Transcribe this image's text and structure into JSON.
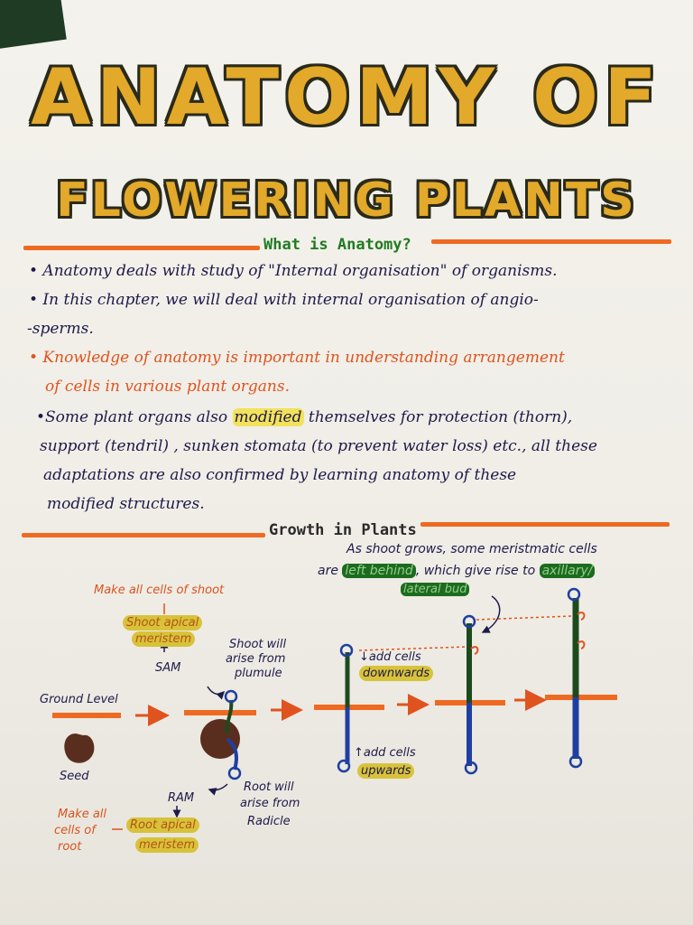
{
  "title": {
    "line1": "ANATOMY OF",
    "line2": "FLOWERING PLANTS"
  },
  "section1": {
    "heading": "What is Anatomy?",
    "lines": [
      "• Anatomy deals with study of \"Internal organisation\" of organisms.",
      "• In this chapter, we will deal with internal organisation of angio-",
      "-sperms.",
      "• Knowledge of anatomy is important in understanding arrangement",
      "of cells in various plant organs.",
      "themselves for protection (thorn),",
      "support (tendril) , sunken stomata (to prevent water loss) etc., all these",
      "adaptations are also confirmed by learning anatomy of these",
      "modified structures."
    ],
    "line6_prefix": "•Some plant organs also",
    "line6_highlight": "modified"
  },
  "section2": {
    "heading": "Growth in Plants"
  },
  "diagram": {
    "shoot_note": {
      "part1": "As shoot grows, some meristmatic cells",
      "part2": "are",
      "left_behind": "left behind",
      "part3": ", which give rise to",
      "axillary": "axillary/",
      "lateral_bud": "lateral bud"
    },
    "make_all_cells_shoot": "Make all cells of shoot",
    "shoot_apical": "Shoot apical",
    "meristem": "meristem",
    "sam": "SAM",
    "shoot_will": "Shoot will",
    "arise_from": "arise from",
    "plumule": "plumule",
    "ground_level": "Ground Level",
    "seed": "Seed",
    "ram": "RAM",
    "root_will": "Root will",
    "arise_from2": "arise from",
    "radicle": "Radicle",
    "make_all": "Make all",
    "cells_of": "cells of",
    "root_word": "root",
    "root_apical": "Root apical",
    "meristem2": "meristem",
    "add_cells_down": "↓add cells",
    "downwards": "downwards",
    "add_cells_up": "↑add cells",
    "upwards": "upwards",
    "colors": {
      "orange": "#ee6a22",
      "shoot": "#1d4a1d",
      "root": "#1f3fa0",
      "seed": "#5a2e1e",
      "highlight": "#d8c23a"
    }
  }
}
